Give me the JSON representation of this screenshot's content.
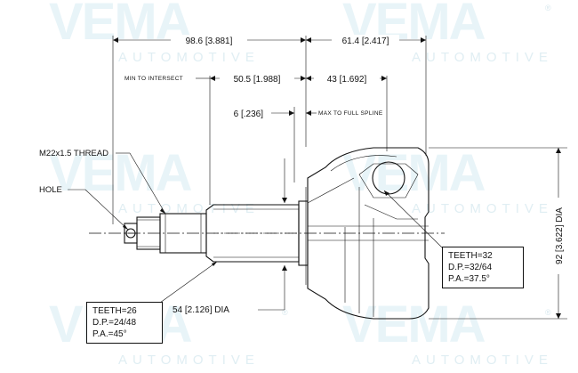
{
  "watermark": {
    "logo": "VEMA",
    "sub": "AUTOMOTIVE",
    "reg": "®"
  },
  "dimensions": {
    "overall_left": "98.6 [3.881]",
    "overall_right": "61.4 [2.417]",
    "min_to_intersect_label": "MIN TO INTERSECT",
    "min_to_intersect": "50.5 [1.988]",
    "right_inner": "43 [1.692]",
    "spline_gap": "6 [.236]",
    "max_full_spline_label": "MAX TO FULL SPLINE",
    "shaft_dia": "54 [2.126] DIA",
    "outer_dia": "92 [3.622] DIA"
  },
  "callouts": {
    "thread": "M22x1.5 THREAD",
    "hole": "HOLE"
  },
  "spec_left": {
    "teeth": "TEETH=26",
    "dp": "D.P.=24/48",
    "pa": "P.A.=45°"
  },
  "spec_right": {
    "teeth": "TEETH=32",
    "dp": "D.P.=32/64",
    "pa": "P.A.=37.5°"
  }
}
